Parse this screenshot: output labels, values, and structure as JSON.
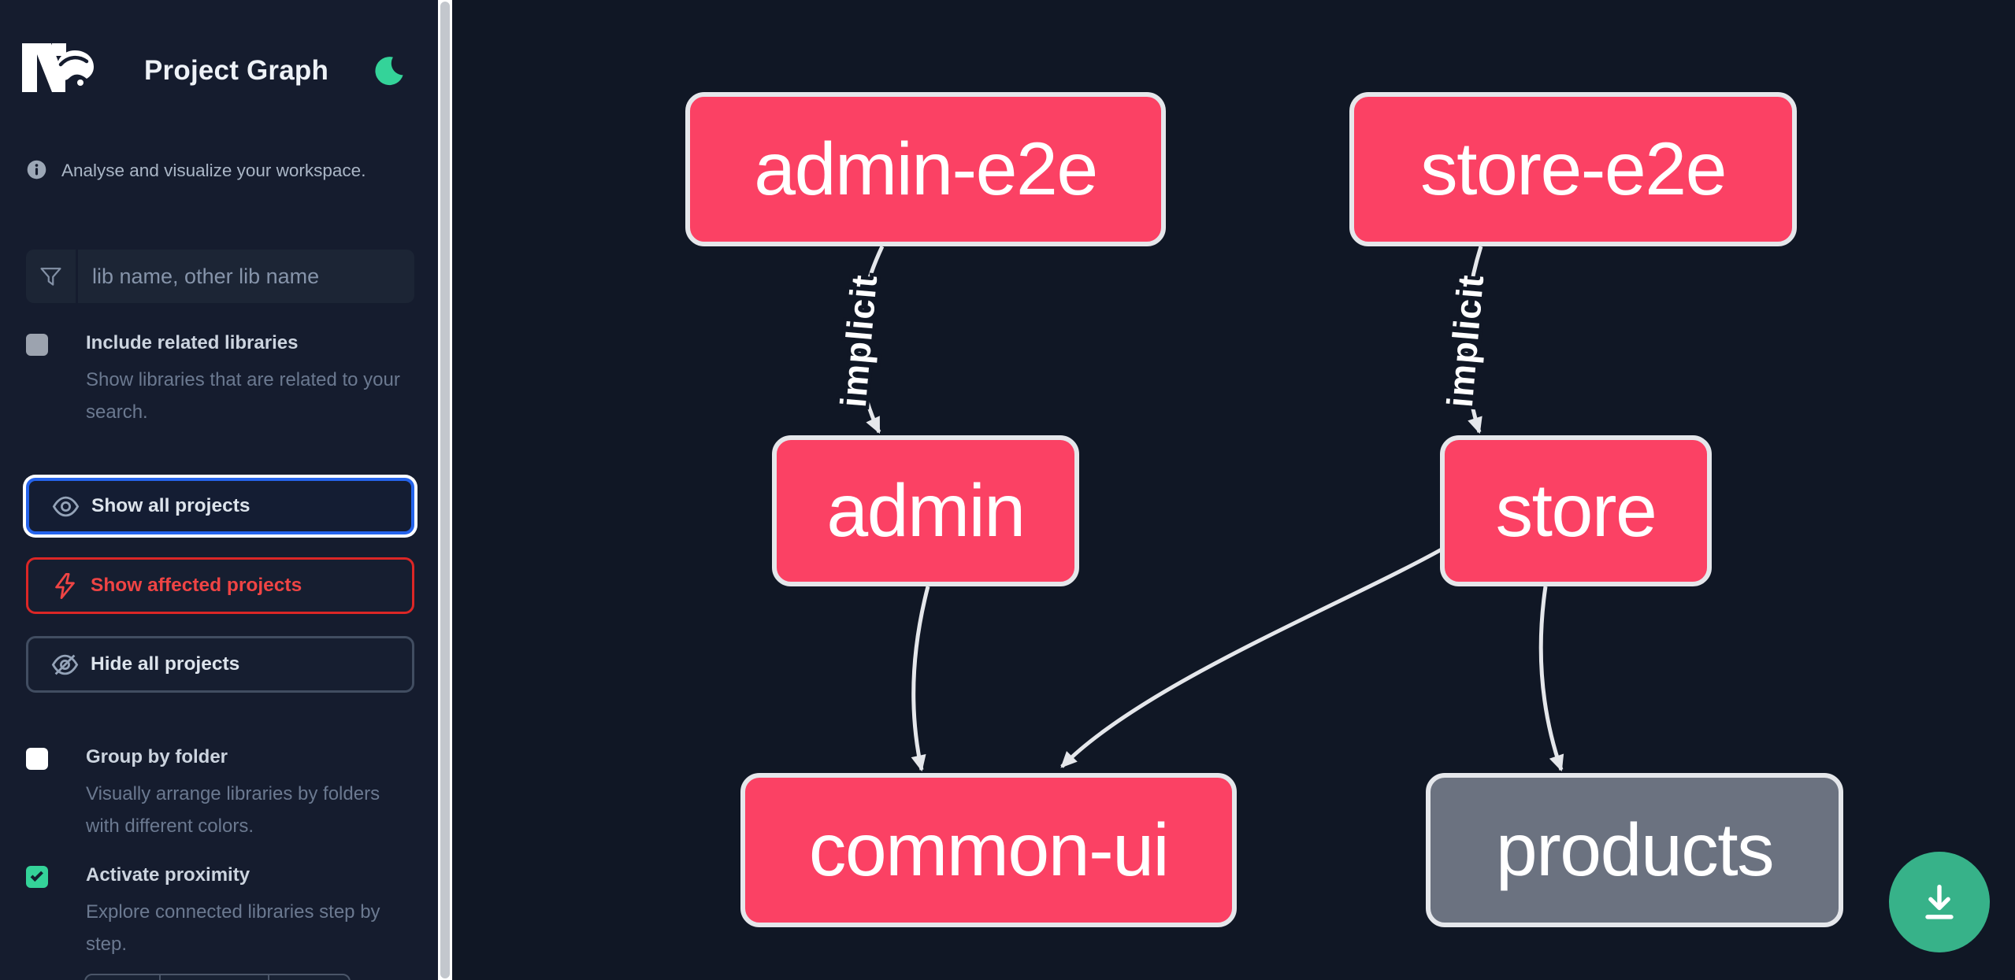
{
  "header": {
    "app_title": "Project Graph"
  },
  "sidebar": {
    "tagline": "Analyse and visualize your workspace.",
    "search": {
      "placeholder": "lib name, other lib name"
    },
    "options": [
      {
        "label": "Include related libraries",
        "description": "Show libraries that are related to your search.",
        "checked": false
      },
      {
        "label": "Group by folder",
        "description": "Visually arrange libraries by folders with different colors.",
        "checked": false
      },
      {
        "label": "Activate proximity",
        "description": "Explore connected libraries step by step.",
        "checked": true
      }
    ],
    "buttons": [
      {
        "label": "Show all projects",
        "state": "focused"
      },
      {
        "label": "Show affected projects",
        "state": "affected"
      },
      {
        "label": "Hide all projects",
        "state": "default"
      }
    ]
  },
  "graph": {
    "nodes": [
      {
        "label": "admin-e2e",
        "color": "pink"
      },
      {
        "label": "store-e2e",
        "color": "pink"
      },
      {
        "label": "admin",
        "color": "pink"
      },
      {
        "label": "store",
        "color": "pink"
      },
      {
        "label": "common-ui",
        "color": "pink"
      },
      {
        "label": "products",
        "color": "gray"
      }
    ],
    "edges": [
      {
        "from": "admin-e2e",
        "to": "admin",
        "label": "implicit"
      },
      {
        "from": "store-e2e",
        "to": "store",
        "label": "implicit"
      },
      {
        "from": "admin",
        "to": "common-ui",
        "label": ""
      },
      {
        "from": "store",
        "to": "common-ui",
        "label": ""
      },
      {
        "from": "store",
        "to": "products",
        "label": ""
      }
    ]
  },
  "colors": {
    "node_pink": "#fb4164",
    "node_gray": "#6b7280",
    "node_border": "#e5e7eb",
    "focus_blue": "#2563eb",
    "affected_red": "#ef4444",
    "success_green": "#34d399",
    "fab_green": "#37b289"
  }
}
